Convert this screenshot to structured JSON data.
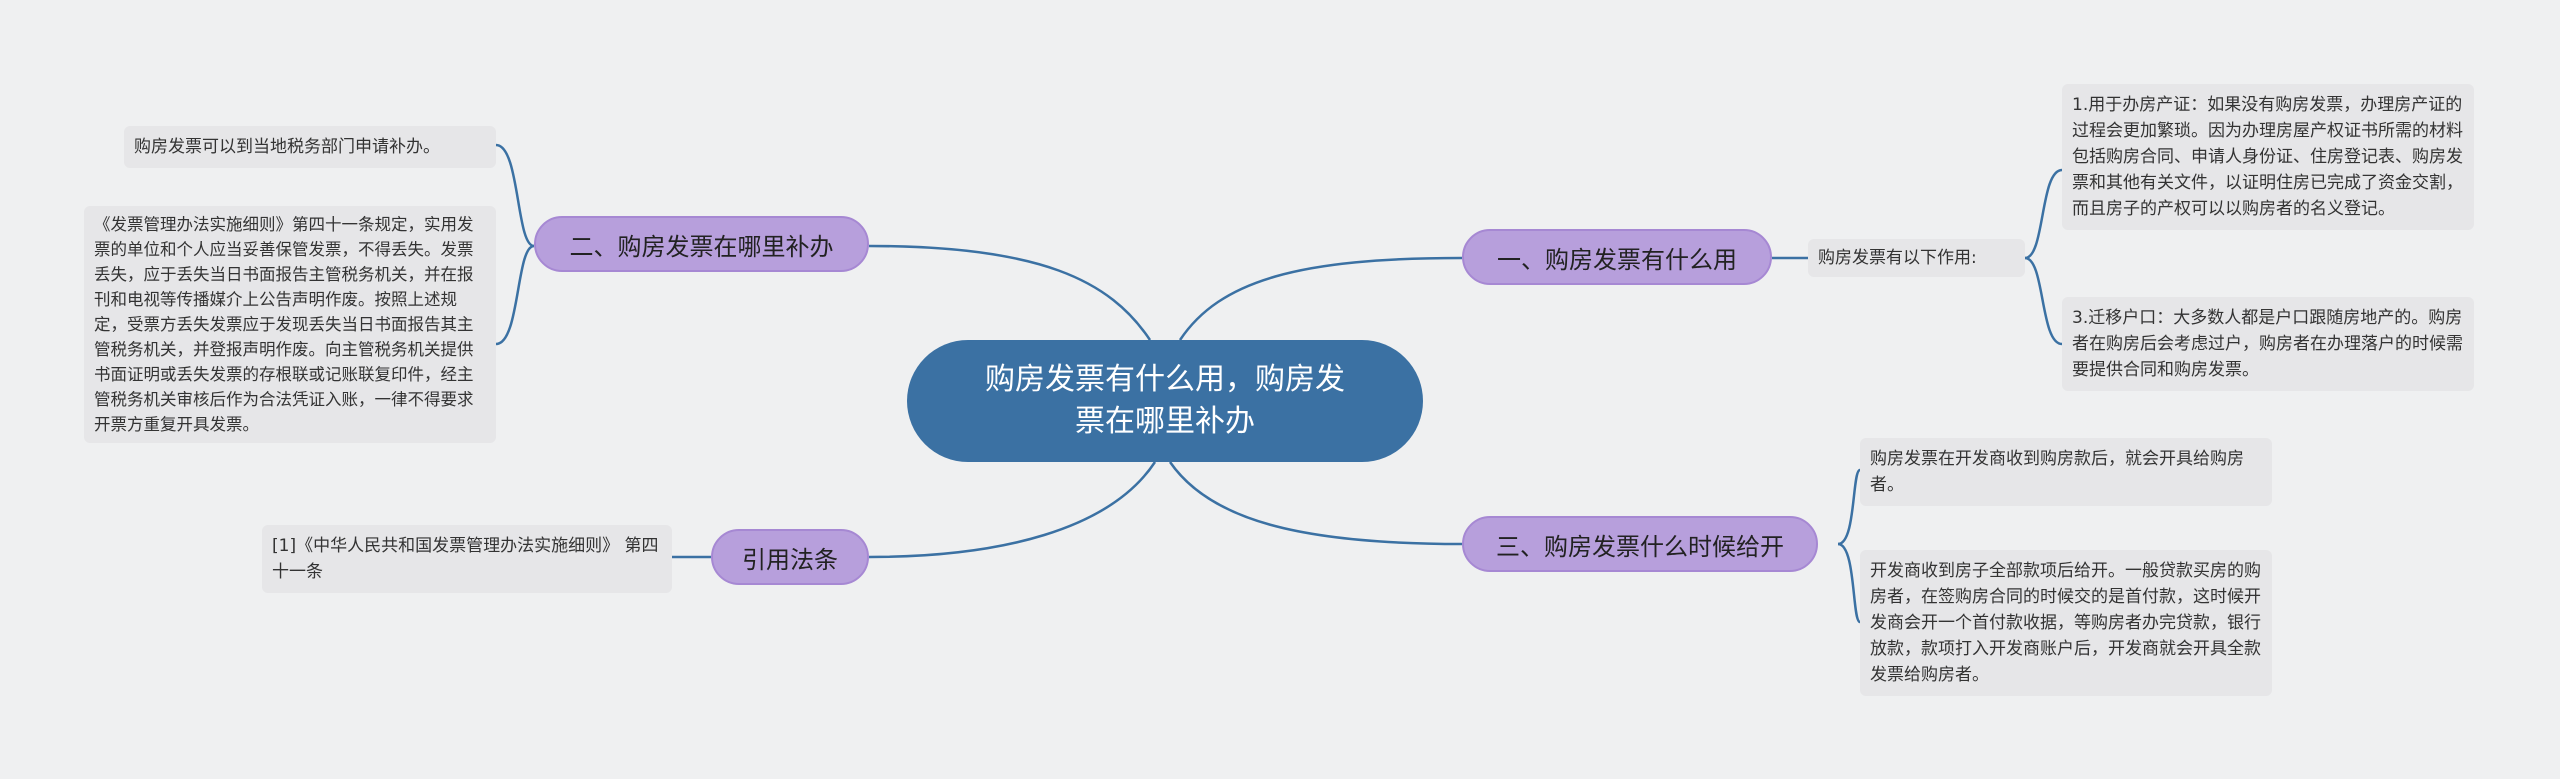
{
  "root": {
    "text": "购房发票有什么用，购房发票在哪里补办"
  },
  "branches": {
    "b1": {
      "text": "一、购房发票有什么用"
    },
    "b2": {
      "text": "二、购房发票在哪里补办"
    },
    "b3": {
      "text": "三、购房发票什么时候给开"
    },
    "b4": {
      "text": "引用法条"
    }
  },
  "b1": {
    "mid": "购房发票有以下作用:",
    "leaves": [
      "1.用于办房产证：如果没有购房发票，办理房产证的过程会更加繁琐。因为办理房屋产权证书所需的材料包括购房合同、申请人身份证、住房登记表、购房发票和其他有关文件，以证明住房已完成了资金交割，而且房子的产权可以以购房者的名义登记。",
      "3.迁移户口：大多数人都是户口跟随房地产的。购房者在购房后会考虑过户，购房者在办理落户的时候需要提供合同和购房发票。"
    ]
  },
  "b2": {
    "leaves": [
      "购房发票可以到当地税务部门申请补办。",
      "《发票管理办法实施细则》第四十一条规定，实用发票的单位和个人应当妥善保管发票，不得丢失。发票丢失，应于丢失当日书面报告主管税务机关，并在报刊和电视等传播媒介上公告声明作废。按照上述规定，受票方丢失发票应于发现丢失当日书面报告其主管税务机关，并登报声明作废。向主管税务机关提供书面证明或丢失发票的存根联或记账联复印件，经主管税务机关审核后作为合法凭证入账，一律不得要求开票方重复开具发票。"
    ]
  },
  "b3": {
    "leaves": [
      "购房发票在开发商收到购房款后，就会开具给购房者。",
      "开发商收到房子全部款项后给开。一般贷款买房的购房者，在签购房合同的时候交的是首付款，这时候开发商会开一个首付款收据，等购房者办完贷款，银行放款，款项打入开发商账户后，开发商就会开具全款发票给购房者。"
    ]
  },
  "b4": {
    "leaves": [
      "[1]《中华人民共和国发票管理办法实施细则》 第四十一条"
    ]
  },
  "colors": {
    "background": "#eff0f1",
    "root_fill": "#3b71a3",
    "branch_fill": "#b79fdc",
    "leaf_fill": "#e6e6e8",
    "line": "#3b71a3"
  }
}
